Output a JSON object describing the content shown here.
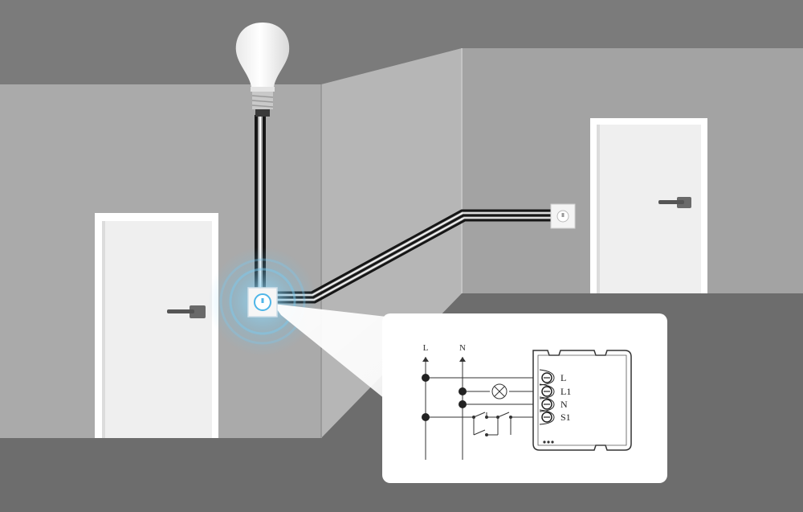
{
  "bulb": {
    "brand_mark": ""
  },
  "diagram": {
    "bus_labels": {
      "line": "L",
      "neutral": "N"
    },
    "terminals": [
      "L",
      "L1",
      "N",
      "S1"
    ]
  },
  "colors": {
    "sky": "#7a7a7a",
    "wall_left": "#a9a9a9",
    "wall_back": "#b3b3b3",
    "wall_right": "#a4a4a4",
    "floor": "#6d6d6d",
    "door": "#f2f2f2",
    "glow": "#4fb6e8",
    "wire": "#1a1a1a",
    "panel": "#ffffff"
  },
  "icons": [
    "light-bulb-icon",
    "wall-switch-icon",
    "door-handle-icon",
    "lamp-symbol-icon",
    "switch-symbol-icon"
  ]
}
